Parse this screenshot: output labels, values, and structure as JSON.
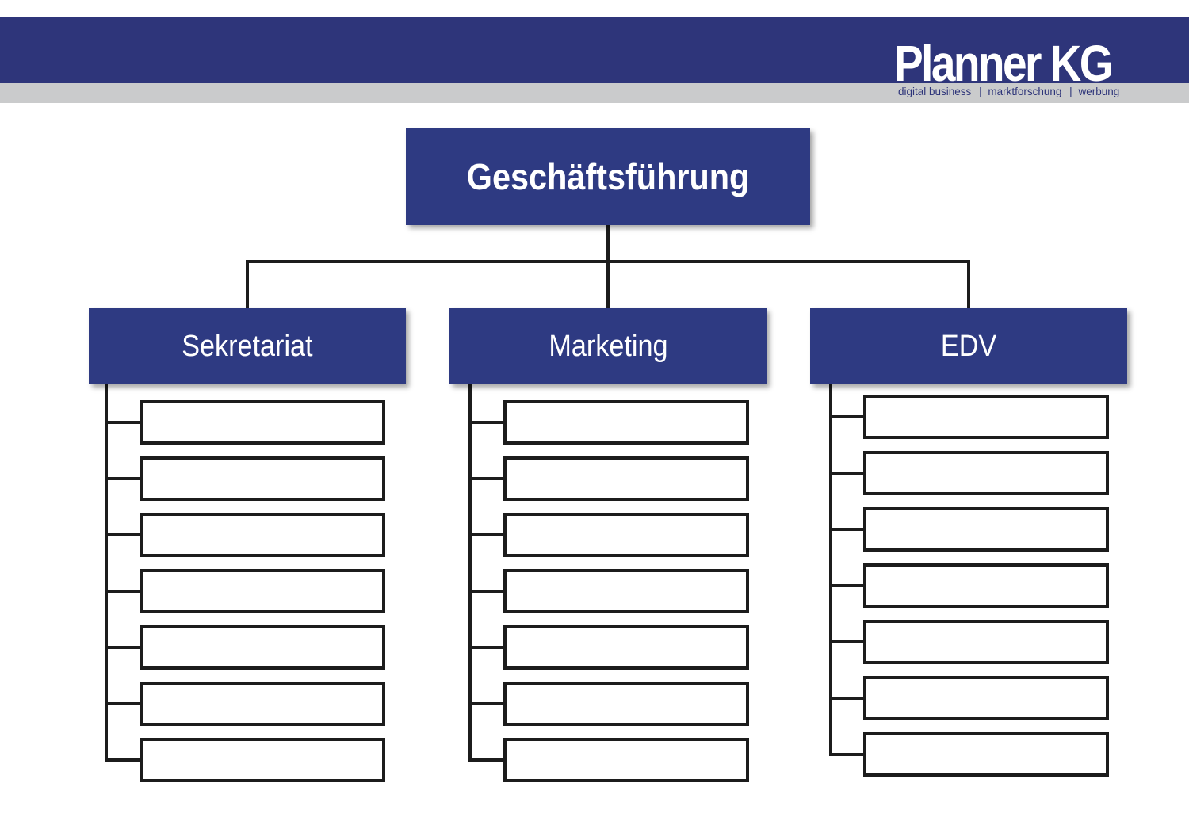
{
  "header": {
    "brand": "Planner KG",
    "tagline": [
      "digital business",
      "marktforschung",
      "werbung"
    ],
    "tagline_separator": "|",
    "colors": {
      "banner": "#2e357a",
      "stripe": "#cacbcc",
      "box": "#2e3a82"
    }
  },
  "org_chart": {
    "root": {
      "label": "Geschäftsführung"
    },
    "departments": [
      {
        "label": "Sekretariat",
        "empty_slots": 7
      },
      {
        "label": "Marketing",
        "empty_slots": 7
      },
      {
        "label": "EDV",
        "empty_slots": 7
      }
    ]
  }
}
